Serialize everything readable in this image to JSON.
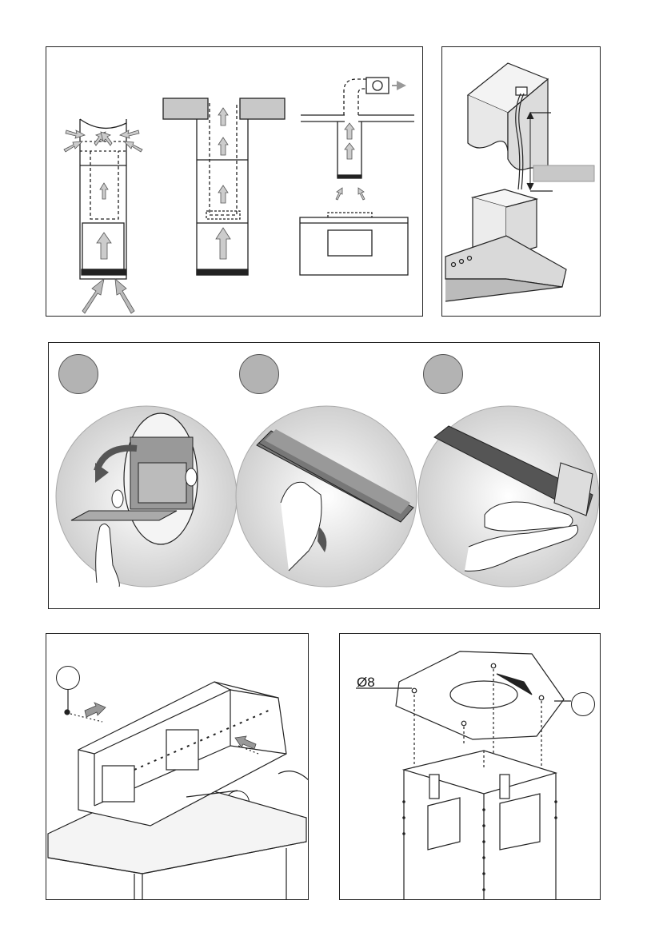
{
  "figures": {
    "airflow": {
      "modes": [
        "recirculation",
        "exhaust-chimney",
        "exhaust-motor"
      ]
    },
    "electrical": {
      "measure": ""
    },
    "filter_steps": {
      "steps": [
        {
          "number": ""
        },
        {
          "number": ""
        },
        {
          "number": ""
        }
      ]
    },
    "chimney_frame": {
      "callouts": [
        "",
        ""
      ]
    },
    "ceiling_plate": {
      "hole_label": "Ø8",
      "callout": ""
    }
  },
  "colors": {
    "stroke": "#222222",
    "fill_gray": "#b3b3b3",
    "arrow_gray": "#8c8c8c",
    "duct_gray": "#c8c8c8"
  }
}
